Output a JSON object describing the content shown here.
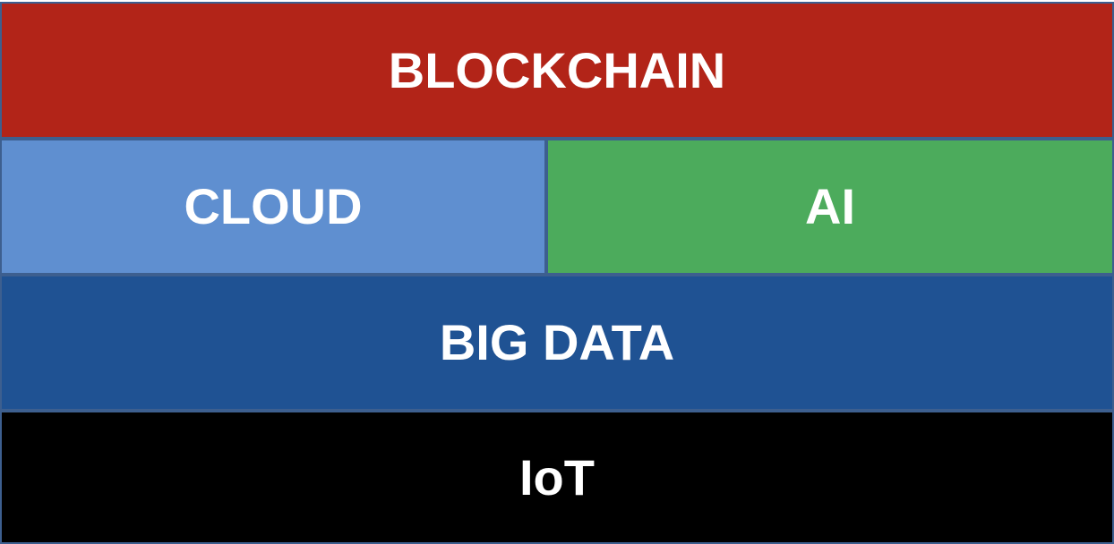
{
  "layers": [
    {
      "label": "BLOCKCHAIN",
      "color": "#b22418"
    },
    {
      "label": "CLOUD",
      "color": "#5f8fd0"
    },
    {
      "label": "AI",
      "color": "#4cab5c"
    },
    {
      "label": "BIG DATA",
      "color": "#1f5293"
    },
    {
      "label": "IoT",
      "color": "#000000"
    }
  ],
  "border_color": "#3d5f8f"
}
